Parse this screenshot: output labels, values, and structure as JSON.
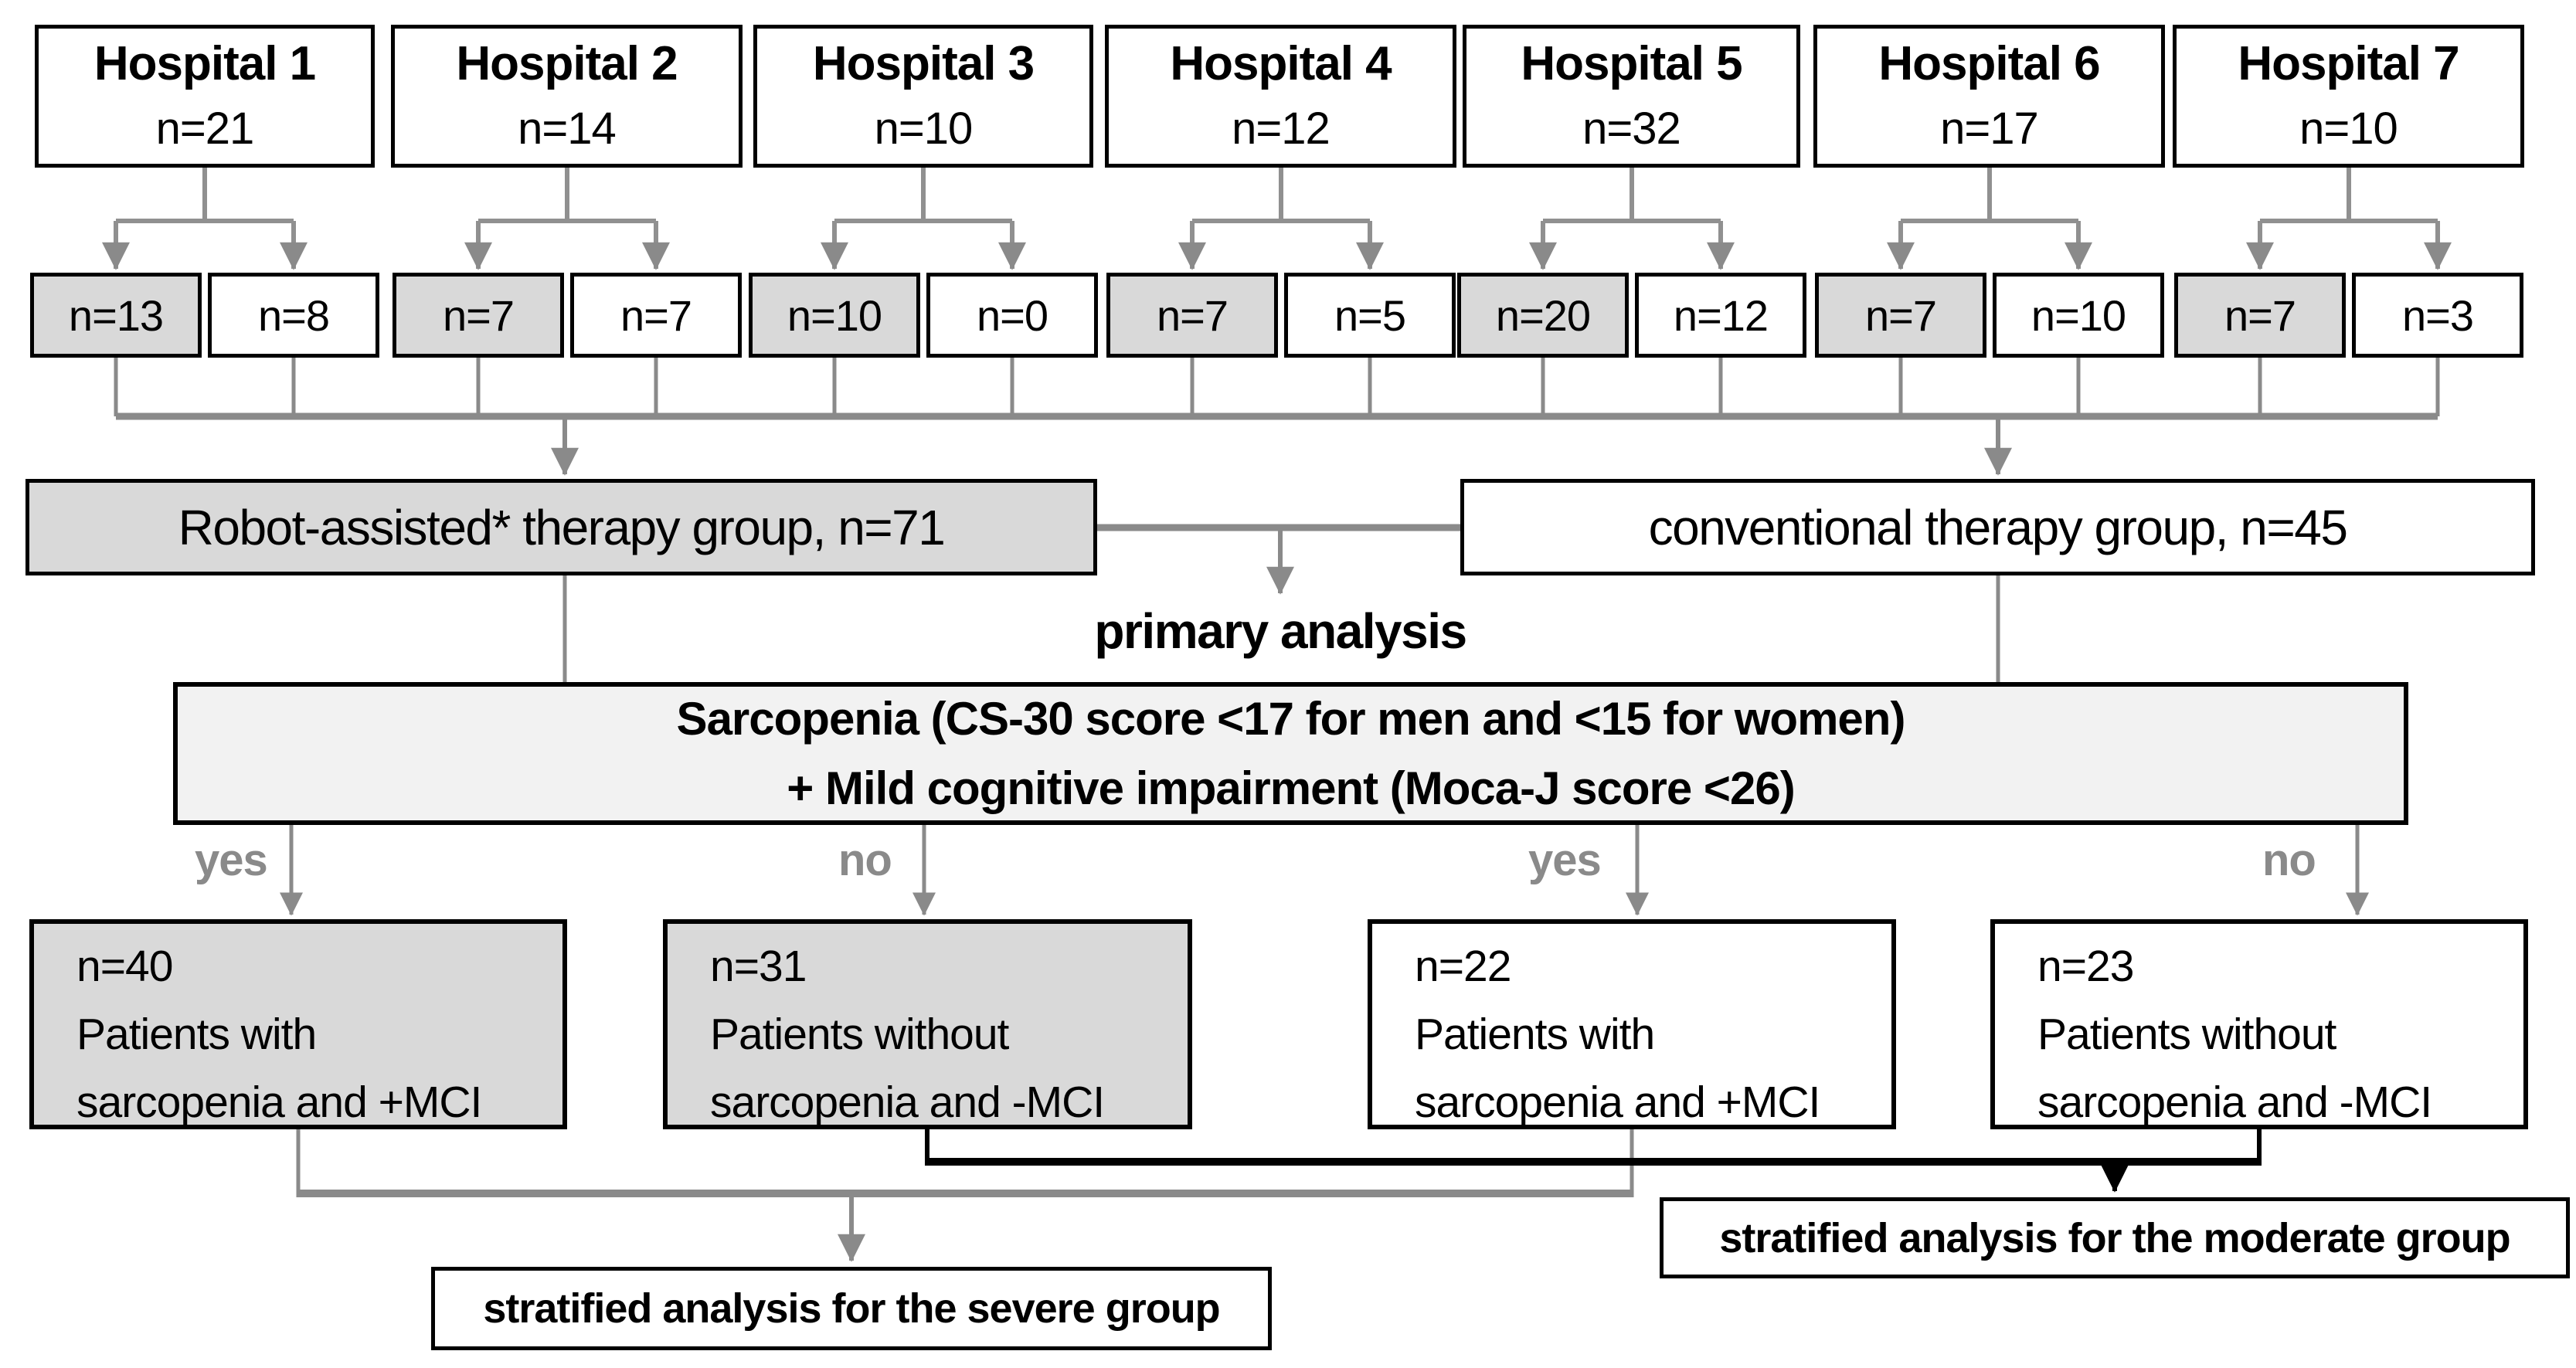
{
  "colors": {
    "box_gray": "#d9d9d9",
    "box_light_gray": "#f2f2f2",
    "line_gray": "#8a8a8a",
    "line_black": "#000000",
    "border_black": "#000000",
    "background": "#ffffff"
  },
  "hospitals": [
    {
      "name": "Hospital 1",
      "n": "n=21",
      "robot_n": "n=13",
      "conv_n": "n=8"
    },
    {
      "name": "Hospital 2",
      "n": "n=14",
      "robot_n": "n=7",
      "conv_n": "n=7"
    },
    {
      "name": "Hospital 3",
      "n": "n=10",
      "robot_n": "n=10",
      "conv_n": "n=0"
    },
    {
      "name": "Hospital 4",
      "n": "n=12",
      "robot_n": "n=7",
      "conv_n": "n=5"
    },
    {
      "name": "Hospital 5",
      "n": "n=32",
      "robot_n": "n=20",
      "conv_n": "n=12"
    },
    {
      "name": "Hospital 6",
      "n": "n=17",
      "robot_n": "n=7",
      "conv_n": "n=10"
    },
    {
      "name": "Hospital 7",
      "n": "n=10",
      "robot_n": "n=7",
      "conv_n": "n=3"
    }
  ],
  "arms": {
    "robot_label": "Robot-assisted* therapy group, n=71",
    "conventional_label": "conventional therapy group, n=45"
  },
  "primary_analysis_label": "primary analysis",
  "criteria": {
    "line1": "Sarcopenia (CS-30 score <17 for men and <15 for women)",
    "line2": "+ Mild cognitive impairment (Moca-J score <26)"
  },
  "decisions": [
    "yes",
    "no",
    "yes",
    "no"
  ],
  "patient_groups": [
    {
      "n": "n=40",
      "line2": "Patients with",
      "line3": "sarcopenia and +MCI"
    },
    {
      "n": "n=31",
      "line2": "Patients without",
      "line3": "sarcopenia and -MCI"
    },
    {
      "n": "n=22",
      "line2": "Patients with",
      "line3": "sarcopenia and +MCI"
    },
    {
      "n": "n=23",
      "line2": "Patients without",
      "line3": "sarcopenia and -MCI"
    }
  ],
  "stratified": {
    "severe": "stratified analysis for the severe group",
    "moderate": "stratified analysis for the moderate group"
  }
}
